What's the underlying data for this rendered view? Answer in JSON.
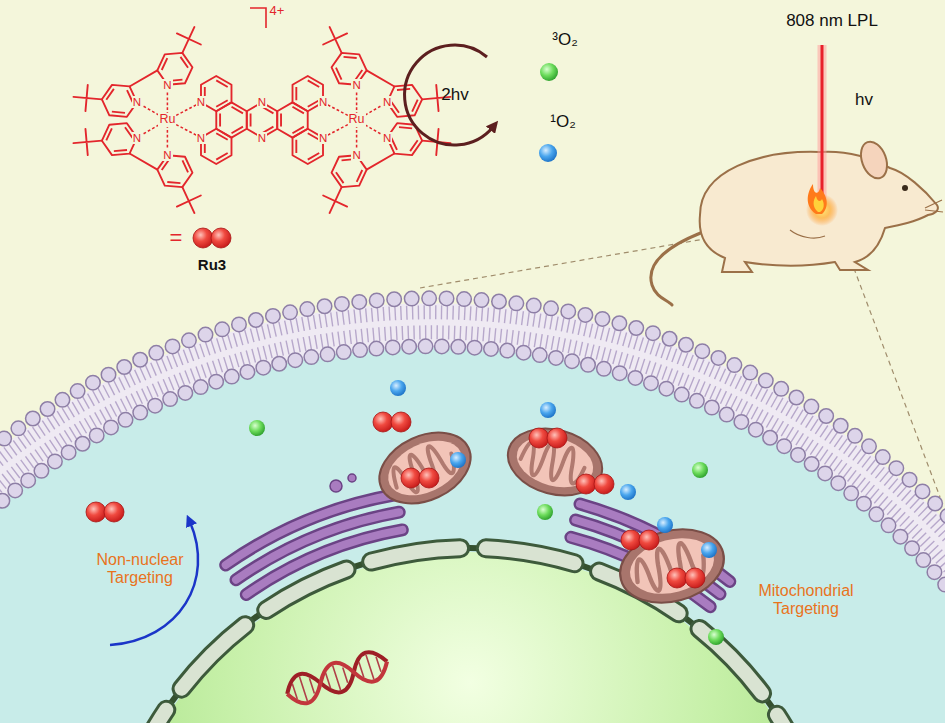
{
  "diagram": {
    "labels": [
      "4+",
      "Ru",
      "Ru",
      "N",
      "N",
      "N",
      "N",
      "N",
      "N",
      "N",
      "N",
      "N",
      "N",
      "N",
      "N",
      "N",
      "N",
      "=",
      "Ru3",
      "³O₂",
      "2hv",
      "¹O₂",
      "808 nm LPL",
      "hv",
      "Non-nuclear Targeting",
      "Mitochondrial Targeting"
    ]
  }
}
